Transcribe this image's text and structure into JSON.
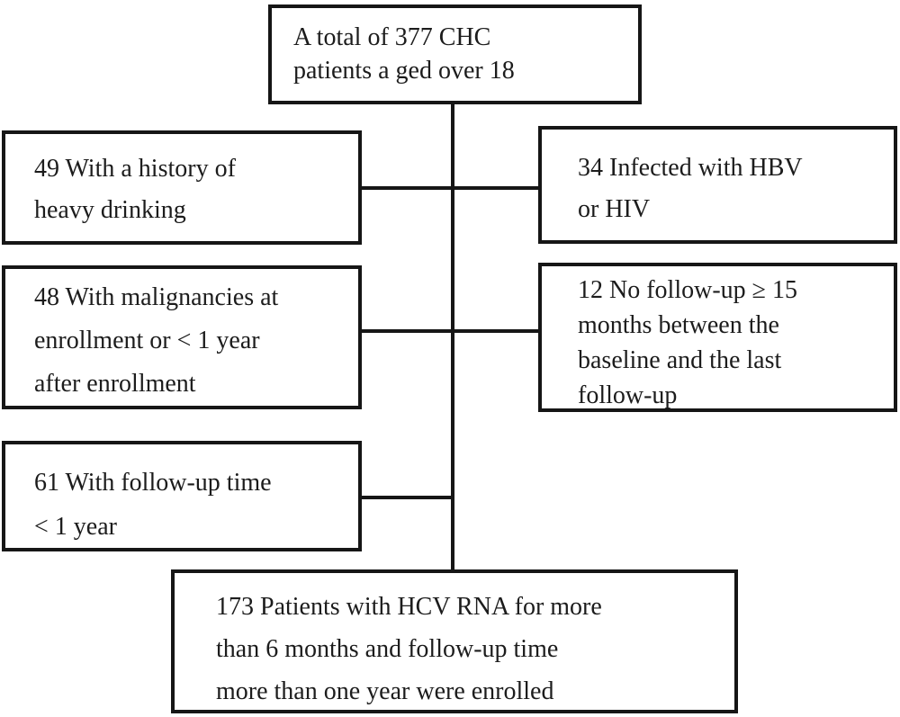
{
  "colors": {
    "background": "#ffffff",
    "border": "#161616",
    "text": "#1c1c1c"
  },
  "flowchart": {
    "boxes": {
      "total": "A total of 377 CHC\npatients a ged over 18",
      "excluded_heavy_drinking": "49 With a history of\nheavy drinking",
      "excluded_hbv_hiv": "34 Infected with HBV\nor HIV",
      "excluded_malignancies": "48 With malignancies at\nenrollment or < 1 year\nafter enrollment",
      "excluded_no_followup": "12 No follow-up ≥ 15\nmonths between the\nbaseline and the last\nfollow-up",
      "excluded_short_followup": "61 With follow-up time\n< 1 year",
      "enrolled": "173 Patients with HCV RNA for more\nthan 6 months and follow-up time\nmore than one year were enrolled"
    }
  }
}
